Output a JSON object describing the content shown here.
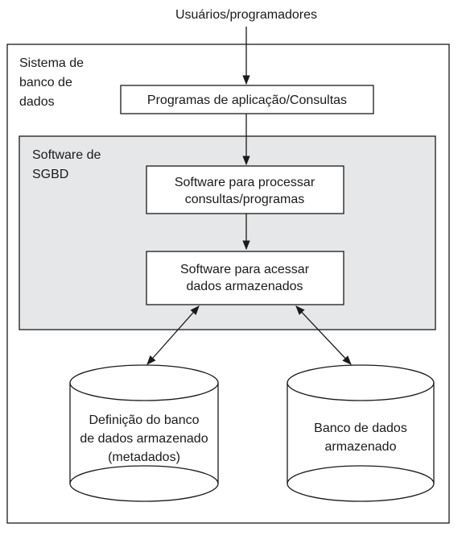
{
  "users_label": "Usuários/programadores",
  "system": {
    "label_lines": [
      "Sistema de",
      "banco de",
      "dados"
    ],
    "apps_box": "Programas de aplicação/Consultas"
  },
  "sgbd": {
    "label_lines": [
      "Software de",
      "SGBD"
    ],
    "process_box_lines": [
      "Software para processar",
      "consultas/programas"
    ],
    "access_box_lines": [
      "Software para acessar",
      "dados armazenados"
    ]
  },
  "storage": {
    "metadata_lines": [
      "Definição do banco",
      "de dados armazenado",
      "(metadados)"
    ],
    "database_lines": [
      "Banco de dados",
      "armazenado"
    ]
  },
  "colors": {
    "sgbd_fill": "#e6e7e9",
    "stroke": "#1a1a1a",
    "box_fill": "#ffffff"
  }
}
